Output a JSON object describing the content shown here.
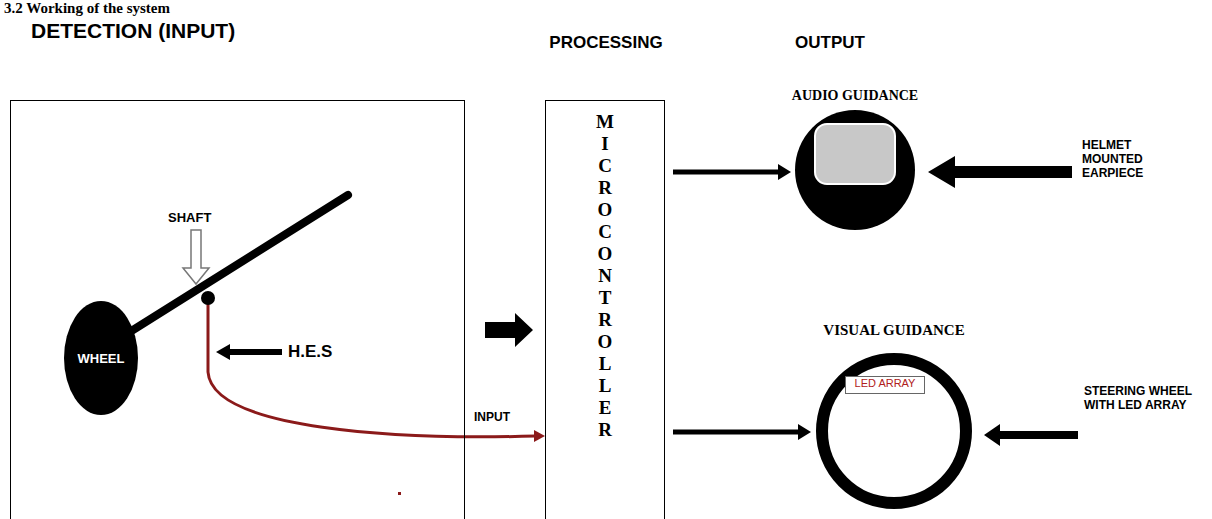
{
  "diagram": {
    "title": "3.2 Working of the system",
    "nodes": [
      {
        "text": [
          "DETECTION (INPUT)"
        ]
      },
      {
        "text": [
          "WHEEL"
        ],
        "in": 0
      },
      {
        "text": [
          "PROCESSING",
          "MICROCONTROLLER"
        ]
      },
      {
        "text": [
          "AUDIO GUIDANCE"
        ]
      },
      {
        "text": [
          "VISUAL GUIDANCE"
        ]
      },
      {
        "text": [
          "LED ARRAY"
        ],
        "in": 4
      }
    ],
    "edges": [
      {
        "from": 0,
        "to": 2,
        "arrow": "to"
      },
      {
        "from": 2,
        "to": 3,
        "arrow": "to"
      },
      {
        "from": 2,
        "to": 4,
        "arrow": "to"
      }
    ],
    "labels": [
      "OUTPUT",
      "SHAFT",
      "H.E.S",
      "INPUT",
      "HELMET MOUNTED EARPIECE",
      "STEERING WHEEL WITH LED ARRAY"
    ]
  }
}
